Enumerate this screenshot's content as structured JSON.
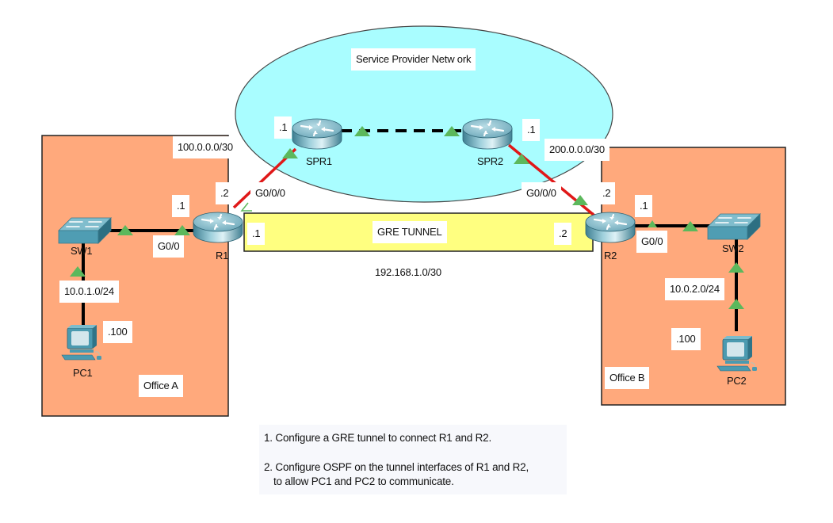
{
  "title": "GRE Tunnel Lab Topology",
  "colors": {
    "office_fill": "#ffa97c",
    "cloud_fill": "#a9fdff",
    "tunnel_fill": "#ffff80",
    "serial_link": "#e01818",
    "ethernet_link": "#000000",
    "link_up_indicator": "#5cb85c",
    "device_body": "#4a9ab0"
  },
  "regions": {
    "service_provider": {
      "label": "Service Provider Netw ork"
    },
    "office_a": {
      "label": "Office A"
    },
    "office_b": {
      "label": "Office B"
    },
    "tunnel": {
      "label": "GRE TUNNEL",
      "network": "192.168.1.0/30"
    }
  },
  "devices": {
    "spr1": {
      "name": "SPR1",
      "type": "router",
      "addr": ".1"
    },
    "spr2": {
      "name": "SPR2",
      "type": "router",
      "addr": ".1"
    },
    "r1": {
      "name": "R1",
      "type": "router"
    },
    "r2": {
      "name": "R2",
      "type": "router"
    },
    "sw1": {
      "name": "SW1",
      "type": "switch"
    },
    "sw2": {
      "name": "SW2",
      "type": "switch"
    },
    "pc1": {
      "name": "PC1",
      "type": "pc",
      "addr": ".100"
    },
    "pc2": {
      "name": "PC2",
      "type": "pc",
      "addr": ".100"
    }
  },
  "links": {
    "r1_spr1": {
      "network": "100.0.0.0/30",
      "r1_addr": ".2",
      "r1_iface": "G0/0/0"
    },
    "r2_spr2": {
      "network": "200.0.0.0/30",
      "r2_addr": ".2",
      "r2_iface": "G0/0/0"
    },
    "r1_sw1": {
      "r1_addr": ".1",
      "r1_iface": "G0/0"
    },
    "r2_sw2": {
      "r2_addr": ".1",
      "r2_iface": "G0/0"
    },
    "sw1_pc1": {
      "network": "10.0.1.0/24"
    },
    "sw2_pc2": {
      "network": "10.0.2.0/24"
    },
    "tunnel": {
      "r1_addr": ".1",
      "r2_addr": ".2"
    }
  },
  "instructions": {
    "step1": "1. Configure a GRE tunnel to connect R1 and R2.",
    "step2_line1": "2. Configure OSPF on the tunnel interfaces of R1 and R2,",
    "step2_line2": "to allow  PC1 and PC2 to communicate."
  }
}
